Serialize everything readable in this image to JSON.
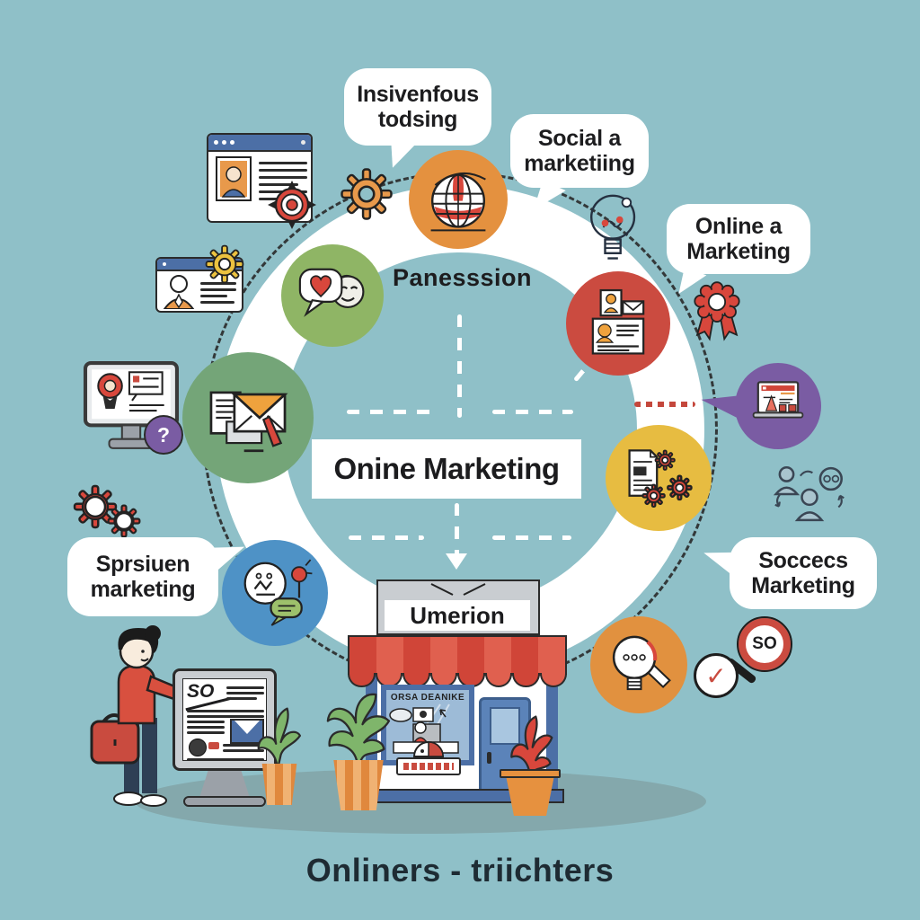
{
  "scene": {
    "background_color": "#8FC0C8",
    "caption": "Onliners - triichters"
  },
  "ring": {
    "top_label": "Panesssion"
  },
  "center_box": {
    "label": "Onine Marketing"
  },
  "bubbles": {
    "top_left": {
      "label": "Insivenfous todsing"
    },
    "top_right": {
      "label": "Social a marketiing"
    },
    "right_upper": {
      "label": "Online a Marketing"
    },
    "left": {
      "label": "Sprsiuen marketing"
    },
    "right_lower": {
      "label": "Soccecs Marketing"
    }
  },
  "shop": {
    "sign_label": "Umerion",
    "window_label": "ORSA DEANIKE"
  },
  "presenter_screen": {
    "label": "SO"
  },
  "seo_magnifier": {
    "label": "SO",
    "check_glyph": "✓"
  },
  "help_badge": {
    "glyph": "?"
  },
  "palette": {
    "ring_white": "#FFFFFF",
    "orange": "#E4913F",
    "leaf_green": "#8FB565",
    "sage_green": "#74A578",
    "red": "#CB4B40",
    "yellow": "#E7BC41",
    "blue": "#4E92C6",
    "purple": "#7A5CA3",
    "awning_red": "#D04538",
    "shop_blue": "#4C6FA6",
    "shadow_teal": "#84A8AC"
  }
}
